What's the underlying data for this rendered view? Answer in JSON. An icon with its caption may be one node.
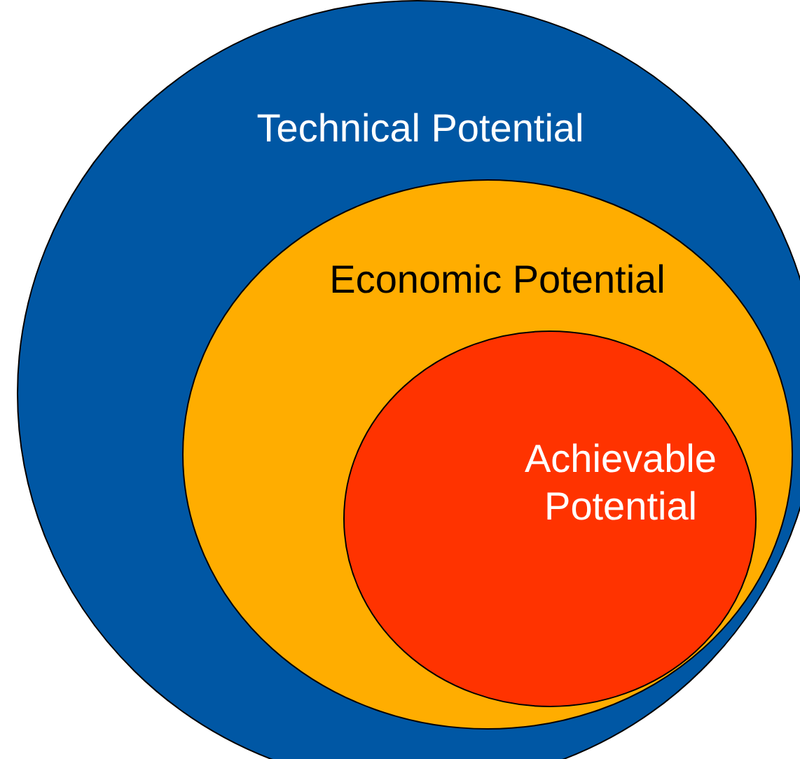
{
  "diagram": {
    "nodes": [
      {
        "text": [
          "Technical Potential"
        ]
      },
      {
        "text": [
          "Economic Potential"
        ],
        "in": 0
      },
      {
        "text": [
          "Achievable Potential"
        ],
        "in": 1
      }
    ]
  }
}
